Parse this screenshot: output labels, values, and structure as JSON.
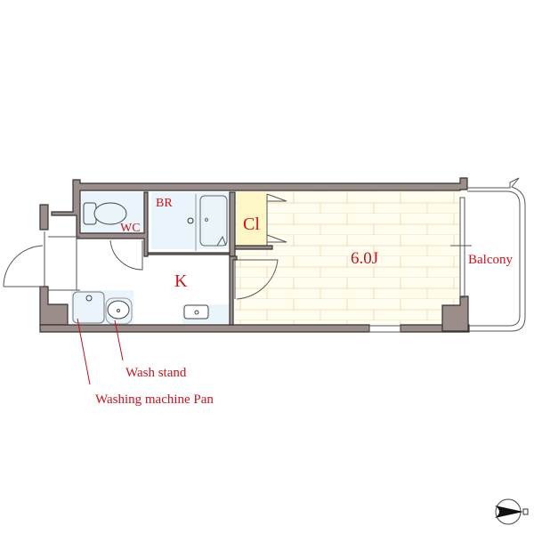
{
  "rooms": {
    "wc": "WC",
    "br": "BR",
    "closet": "Cl",
    "kitchen": "K",
    "main_room": "6.0J",
    "balcony": "Balcony"
  },
  "annotations": {
    "wash_stand": "Wash stand",
    "washing_machine_pan": "Washing machine Pan"
  },
  "colors": {
    "wall": "#9a8d8a",
    "wet_area": "#eaf4fb",
    "closet": "#fdf7c8",
    "floor_wood": "#fffcf0",
    "label": "#d0101a"
  },
  "compass": {
    "icon": "north-arrow-icon"
  }
}
